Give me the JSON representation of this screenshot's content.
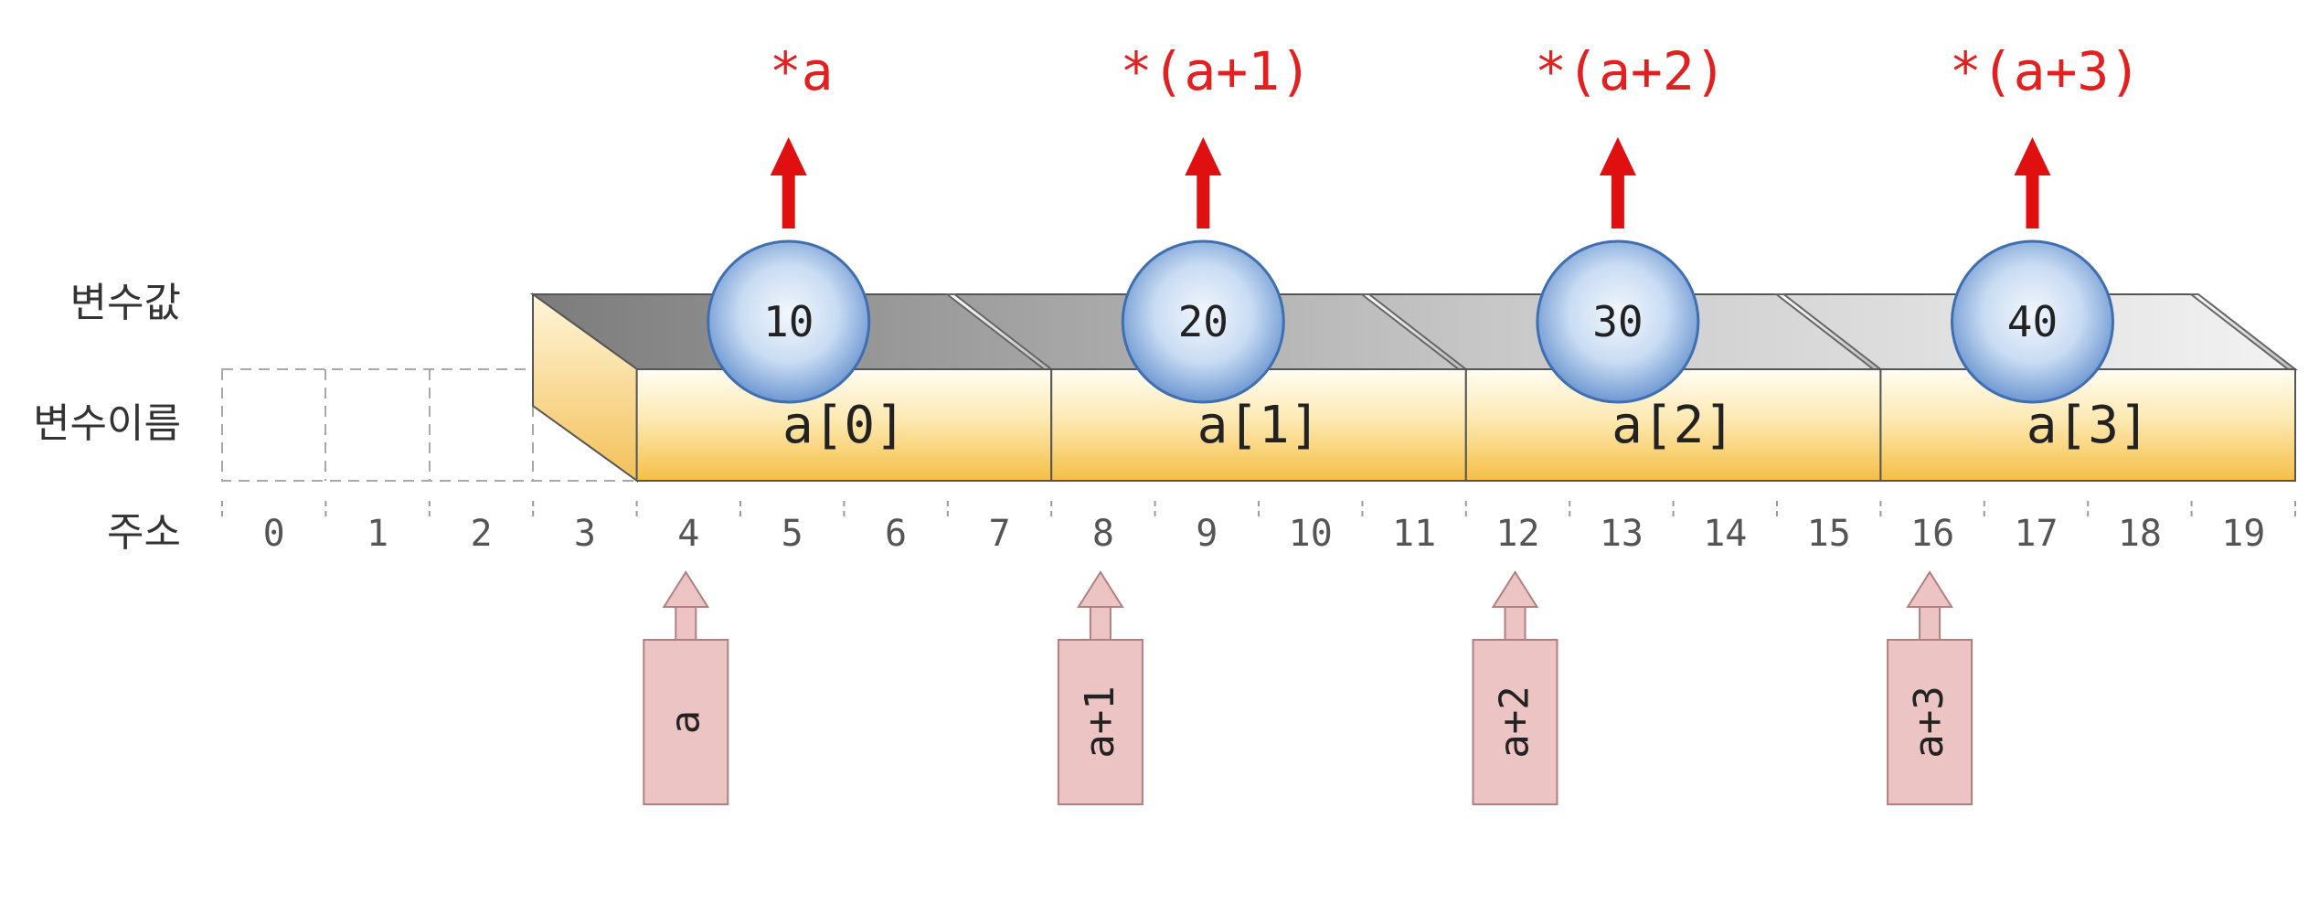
{
  "row_labels": {
    "value": "변수값",
    "name": "변수이름",
    "address": "주소"
  },
  "addresses": [
    "0",
    "1",
    "2",
    "3",
    "4",
    "5",
    "6",
    "7",
    "8",
    "9",
    "10",
    "11",
    "12",
    "13",
    "14",
    "15",
    "16",
    "17",
    "18",
    "19"
  ],
  "elements": [
    {
      "name": "a[0]",
      "value": "10",
      "deref": "*a",
      "pointer": "a"
    },
    {
      "name": "a[1]",
      "value": "20",
      "deref": "*(a+1)",
      "pointer": "a+1"
    },
    {
      "name": "a[2]",
      "value": "30",
      "deref": "*(a+2)",
      "pointer": "a+2"
    },
    {
      "name": "a[3]",
      "value": "40",
      "deref": "*(a+3)",
      "pointer": "a+3"
    }
  ],
  "colors": {
    "deref_text": "#e32020",
    "deref_arrow": "#e01010",
    "pointer_box": "#ecc4c4",
    "pointer_border": "#b08080",
    "cell_top": "#fffbe8",
    "cell_bottom": "#f7c34a",
    "ball_center": "#e6f0fb",
    "ball_edge": "#7aa3d8",
    "ball_border": "#3f6fb0"
  }
}
